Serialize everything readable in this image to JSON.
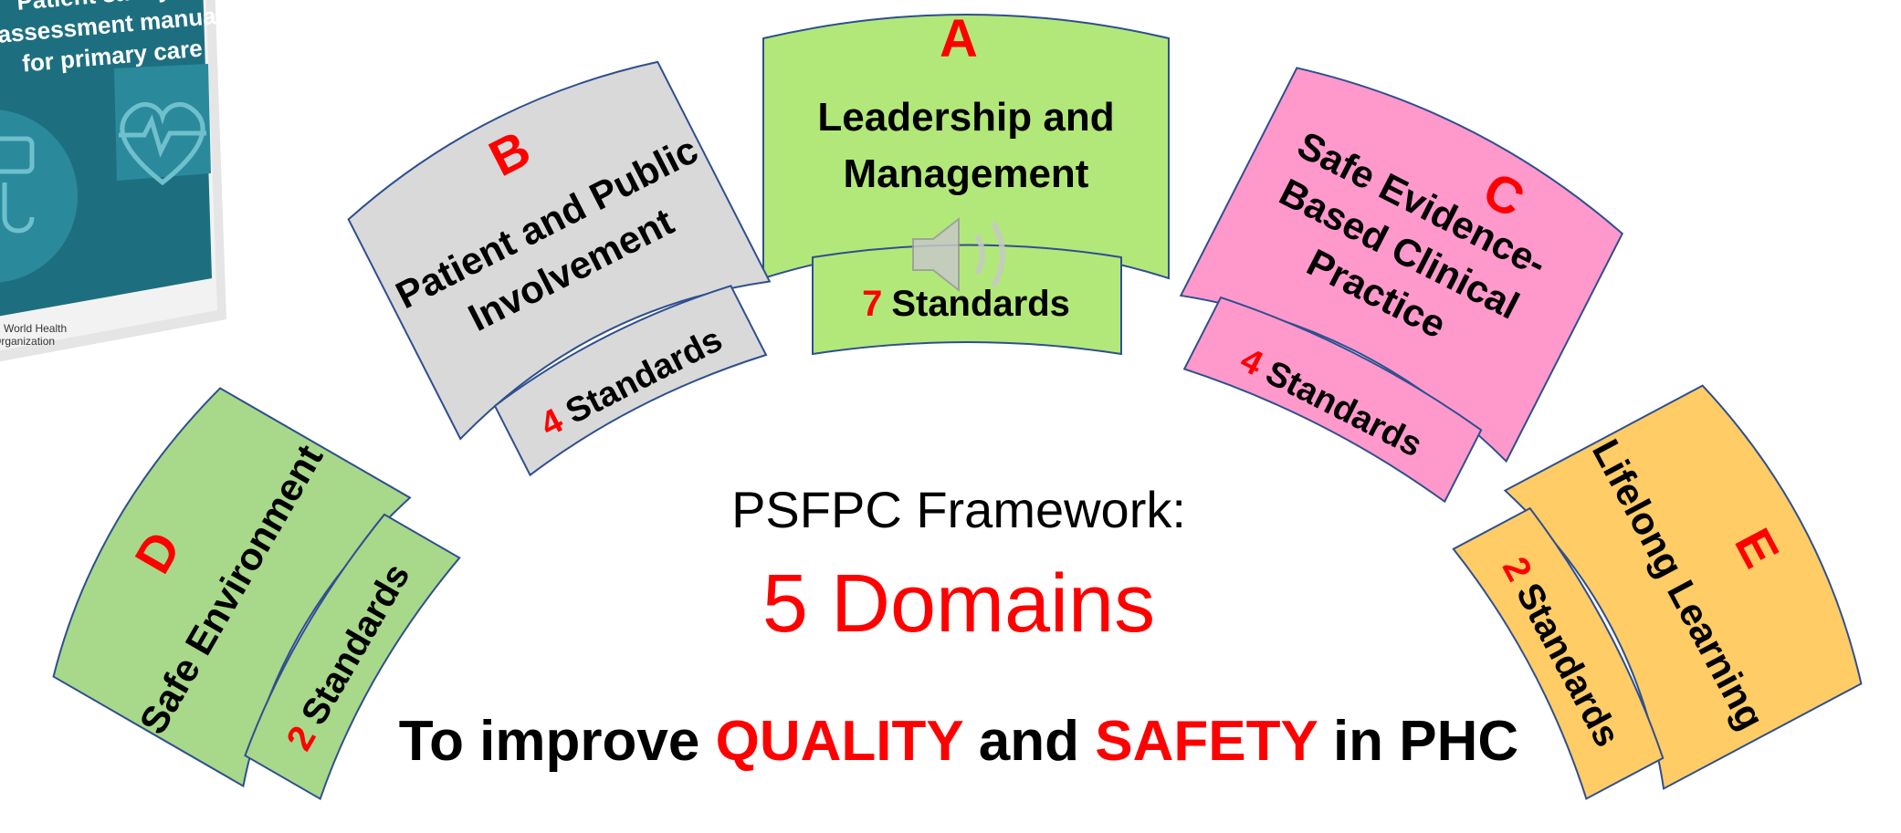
{
  "manual": {
    "title_lines": [
      "Patient safety",
      "assessment manual",
      "for primary care"
    ],
    "publisher_lines": [
      "World Health",
      "Organization"
    ]
  },
  "framework": {
    "heading": "PSFPC Framework:",
    "count_label": "5 Domains",
    "tagline_parts": [
      "To improve ",
      "QUALITY",
      " and ",
      "SAFETY",
      " in PHC"
    ]
  },
  "domains": [
    {
      "letter": "A",
      "name_lines": [
        "Leadership and",
        "Management"
      ],
      "standards_count": "7",
      "standards_label": "Standards",
      "color": "#b2e87a"
    },
    {
      "letter": "B",
      "name_lines": [
        "Patient and Public",
        "Involvement"
      ],
      "standards_count": "4",
      "standards_label": "Standards",
      "color": "#d9d9d9"
    },
    {
      "letter": "C",
      "name_lines": [
        "Safe Evidence-",
        "Based Clinical",
        "Practice"
      ],
      "standards_count": "4",
      "standards_label": "Standards",
      "color": "#ff99cc"
    },
    {
      "letter": "D",
      "name_lines": [
        "Safe Environment"
      ],
      "standards_count": "2",
      "standards_label": "Standards",
      "color": "#a8d88a"
    },
    {
      "letter": "E",
      "name_lines": [
        "Lifelong Learning"
      ],
      "standards_count": "2",
      "standards_label": "Standards",
      "color": "#ffcc66"
    }
  ],
  "colors": {
    "accent_red": "#ff0000",
    "outline": "#2f4f8f",
    "text": "#000000",
    "book_teal": "#1d6f80"
  }
}
